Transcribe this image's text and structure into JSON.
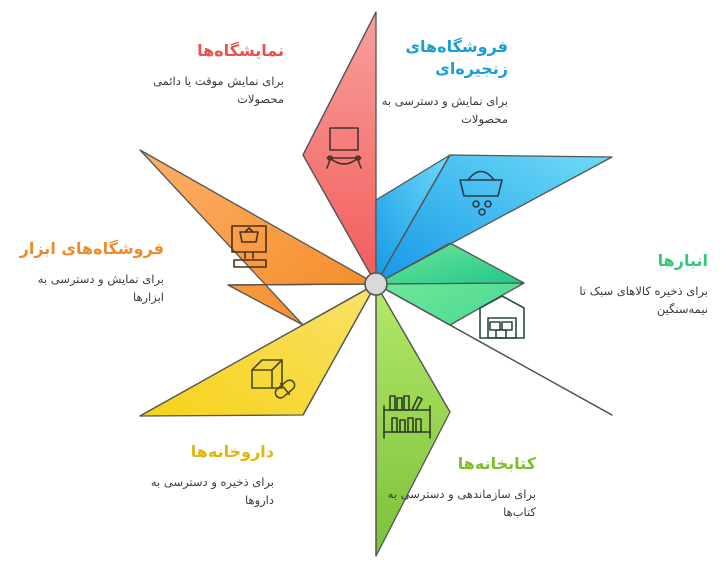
{
  "colors": {
    "red": "#f26d6d",
    "blue": "#1aa3e8",
    "green": "#3dd68c",
    "lime": "#8ccc3c",
    "yellow": "#f2c91c",
    "orange": "#f59a3a"
  },
  "items": [
    {
      "title": "نمایشگاه‌ها",
      "desc": "برای نمایش موقت یا دائمی محصولات",
      "icon": "exhibition-board-icon",
      "color": "#e8524f"
    },
    {
      "title": "فروشگاه‌های زنجیره‌ای",
      "desc": "برای نمایش و دسترسی به محصولات",
      "icon": "shopping-basket-icon",
      "color": "#1a9ed6"
    },
    {
      "title": "انبارها",
      "desc": "برای ذخیره کالاهای سبک تا نیمه‌سنگین",
      "icon": "warehouse-icon",
      "color": "#36c77b"
    },
    {
      "title": "کتابخانه‌ها",
      "desc": "برای سازماندهی و دسترسی به کتاب‌ها",
      "icon": "bookshelf-icon",
      "color": "#7cbf2a"
    },
    {
      "title": "داروخانه‌ها",
      "desc": "برای ذخیره و دسترسی به داروها",
      "icon": "medicine-box-icon",
      "color": "#e0b60e"
    },
    {
      "title": "فروشگاه‌های ابزار",
      "desc": "برای نمایش و دسترسی به ابزارها",
      "icon": "computer-cart-icon",
      "color": "#ef8a2c"
    }
  ]
}
